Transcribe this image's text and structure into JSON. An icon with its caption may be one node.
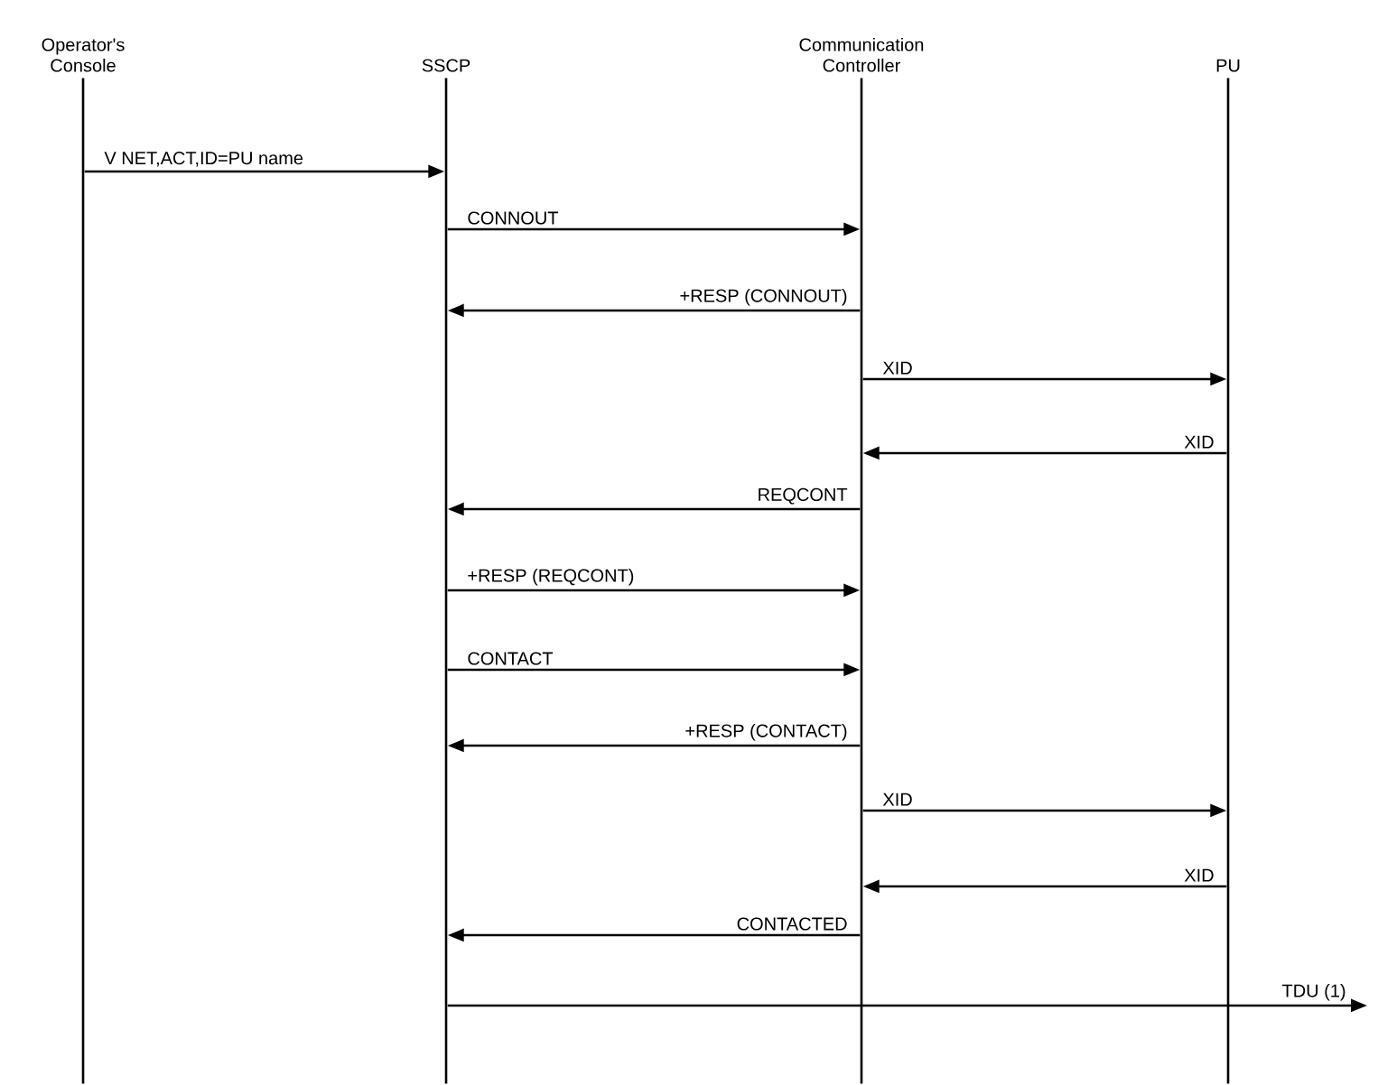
{
  "diagram": {
    "nodes": [
      {
        "text": [
          "Operator's Console"
        ]
      },
      {
        "text": [
          "SSCP"
        ]
      },
      {
        "text": [
          "Communication Controller"
        ]
      },
      {
        "text": [
          "PU"
        ]
      }
    ],
    "edges": [
      {
        "from": 0,
        "to": 1,
        "arrow": "to",
        "label": "V NET,ACT,ID=PU name"
      },
      {
        "from": 1,
        "to": 2,
        "arrow": "to",
        "label": "CONNOUT"
      },
      {
        "from": 2,
        "to": 1,
        "arrow": "to",
        "label": "+RESP (CONNOUT)"
      },
      {
        "from": 2,
        "to": 3,
        "arrow": "to",
        "label": "XID"
      },
      {
        "from": 3,
        "to": 2,
        "arrow": "to",
        "label": "XID"
      },
      {
        "from": 2,
        "to": 1,
        "arrow": "to",
        "label": "REQCONT"
      },
      {
        "from": 1,
        "to": 2,
        "arrow": "to",
        "label": "+RESP (REQCONT)"
      },
      {
        "from": 1,
        "to": 2,
        "arrow": "to",
        "label": "CONTACT"
      },
      {
        "from": 2,
        "to": 1,
        "arrow": "to",
        "label": "+RESP (CONTACT)"
      },
      {
        "from": 2,
        "to": 3,
        "arrow": "to",
        "label": "XID"
      },
      {
        "from": 3,
        "to": 2,
        "arrow": "to",
        "label": "XID"
      },
      {
        "from": 2,
        "to": 1,
        "arrow": "to",
        "label": "CONTACTED"
      },
      {
        "from": 1,
        "to": null,
        "arrow": "to",
        "label": "TDU (1)"
      }
    ]
  }
}
